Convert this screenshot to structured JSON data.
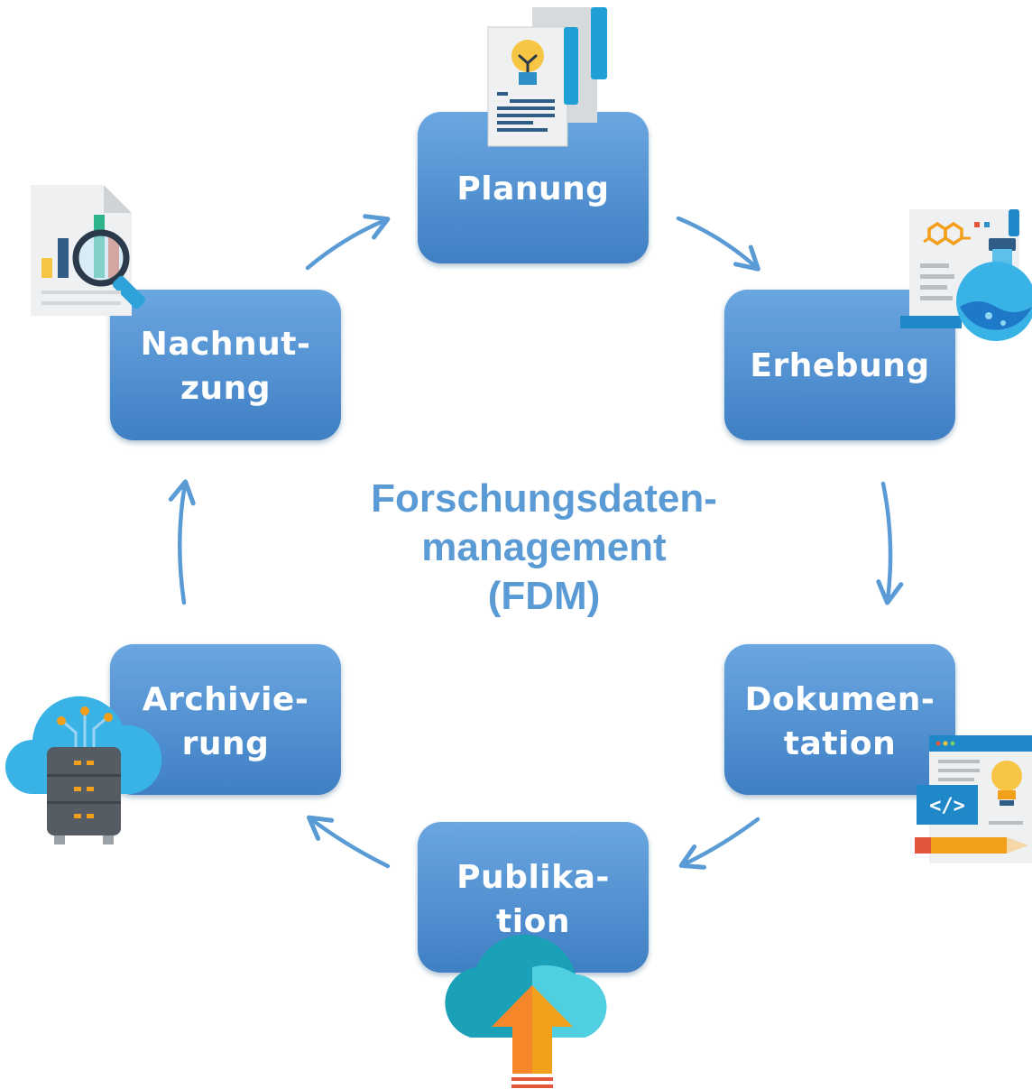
{
  "center": {
    "line1": "Forschungsdaten-",
    "line2": "management",
    "line3": "(FDM)"
  },
  "stages": [
    {
      "id": "planung",
      "lines": [
        "Planung"
      ],
      "icon": "document-lightbulb-icon"
    },
    {
      "id": "erhebung",
      "lines": [
        "Erhebung"
      ],
      "icon": "lab-flask-molecule-icon"
    },
    {
      "id": "dokumentation",
      "lines": [
        "Dokumen-",
        "tation"
      ],
      "icon": "code-window-lightbulb-icon"
    },
    {
      "id": "publikation",
      "lines": [
        "Publika-",
        "tion"
      ],
      "icon": "cloud-upload-icon"
    },
    {
      "id": "archivierung",
      "lines": [
        "Archivie-",
        "rung"
      ],
      "icon": "cloud-server-icon"
    },
    {
      "id": "nachnutzung",
      "lines": [
        "Nachnut-",
        "zung"
      ],
      "icon": "chart-magnifier-icon"
    }
  ],
  "colors": {
    "box_top": "#6aa6e0",
    "box_bottom": "#3f7fc4",
    "arrow": "#5b9bd5",
    "center_text": "#5b9bd5",
    "box_text": "#ffffff"
  }
}
